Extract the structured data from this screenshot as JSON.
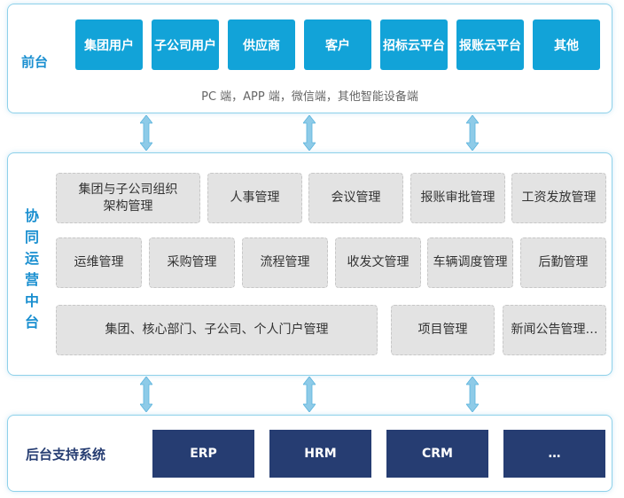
{
  "front": {
    "label": "前台",
    "buttons": [
      "集团用户",
      "子公司用户",
      "供应商",
      "客户",
      "招标云平台",
      "报账云平台",
      "其他"
    ],
    "subtitle": "PC 端，APP 端，微信端，其他智能设备端"
  },
  "middle": {
    "label_chars": [
      "协",
      "同",
      "运",
      "营",
      "中",
      "台"
    ],
    "row1": [
      "集团与子公司组织\n架构管理",
      "人事管理",
      "会议管理",
      "报账审批管理",
      "工资发放管理"
    ],
    "row2": [
      "运维管理",
      "采购管理",
      "流程管理",
      "收发文管理",
      "车辆调度管理",
      "后勤管理"
    ],
    "row3": [
      "集团、核心部门、子公司、个人门户管理",
      "项目管理",
      "新闻公告管理…"
    ]
  },
  "back": {
    "label": "后台支持系统",
    "systems": [
      "ERP",
      "HRM",
      "CRM",
      "…"
    ]
  },
  "colors": {
    "accent": "#12a3d8",
    "label": "#1a8fd0",
    "module_bg": "#e3e3e3",
    "system_bg": "#263d72",
    "border": "#8ed1ea"
  }
}
